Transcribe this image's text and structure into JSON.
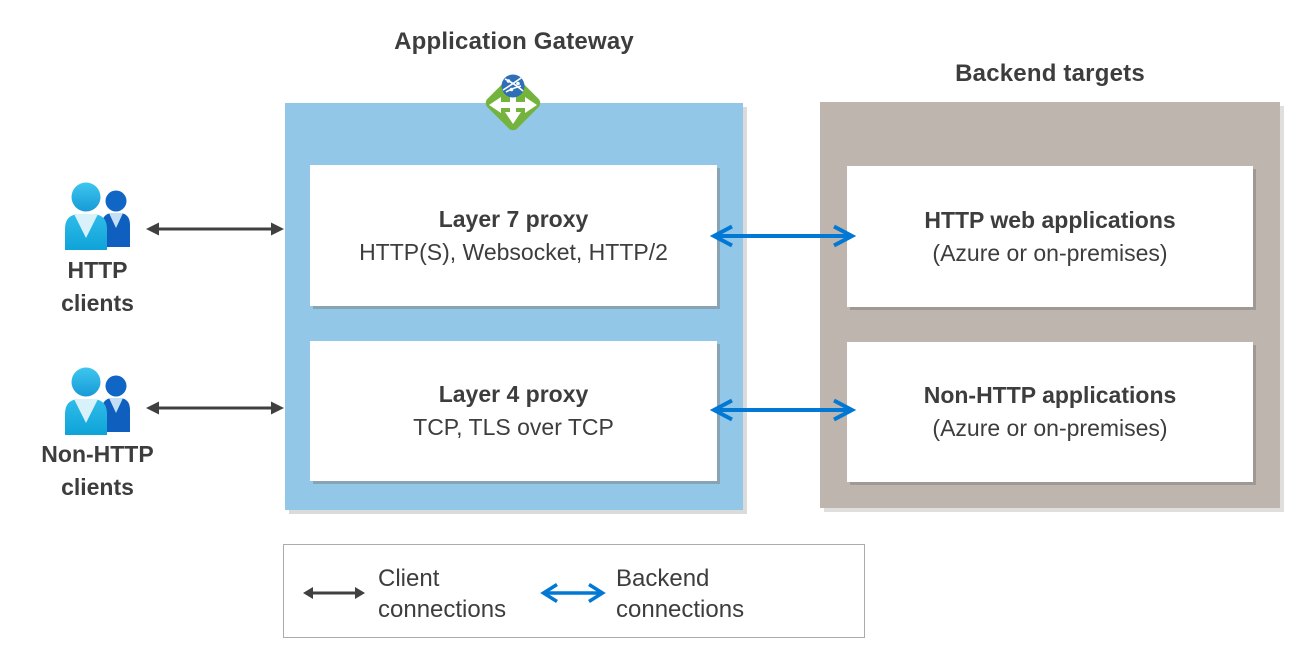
{
  "colors": {
    "text": "#3d3d3d",
    "gateway_panel": "#92C7E8",
    "backend_panel": "#BDB5AE",
    "client_arrow": "#404040",
    "backend_arrow": "#0078D4",
    "icon_green": "#74B33D",
    "globe_blue": "#2F6FB7",
    "person_front": "#2ABBE8",
    "person_back": "#1066C4",
    "box_bg": "#ffffff"
  },
  "gateway": {
    "title": "Application Gateway",
    "layer7": {
      "title": "Layer 7 proxy",
      "subtitle": "HTTP(S), Websocket, HTTP/2"
    },
    "layer4": {
      "title": "Layer 4 proxy",
      "subtitle": "TCP, TLS over TCP"
    }
  },
  "backend": {
    "title": "Backend targets",
    "http": {
      "title": "HTTP web applications",
      "subtitle": "(Azure or on-premises)"
    },
    "nonhttp": {
      "title": "Non-HTTP applications",
      "subtitle": "(Azure or on-premises)"
    }
  },
  "clients": {
    "http_label": "HTTP\nclients",
    "nonhttp_label": "Non-HTTP\nclients"
  },
  "legend": {
    "client_label": "Client\nconnections",
    "backend_label": "Backend\nconnections"
  },
  "icons": {
    "gateway": "application-gateway-icon (green diamond, white arrows, blue globe)",
    "clients": "users-icon (two people)",
    "client_arrow": "black double-headed arrow",
    "backend_arrow": "blue double-headed arrow"
  }
}
